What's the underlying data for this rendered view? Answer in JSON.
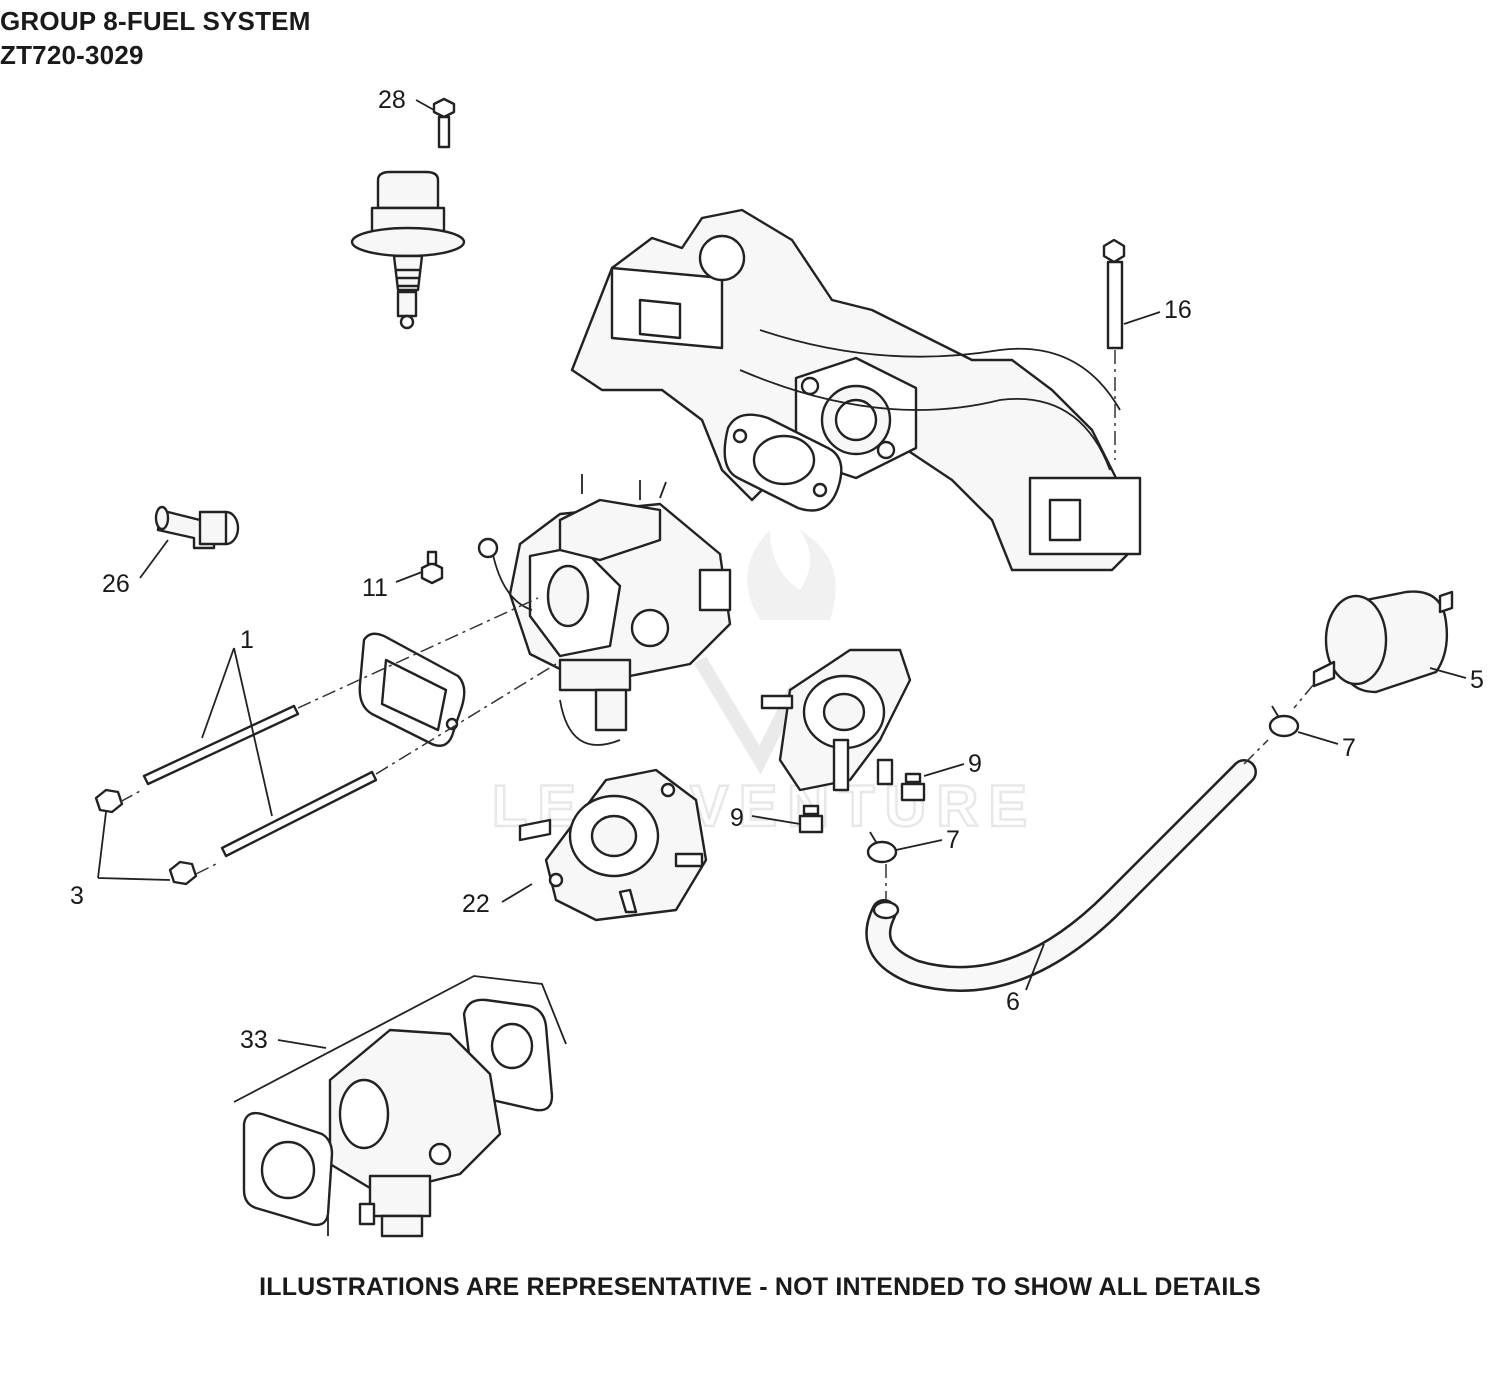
{
  "header": {
    "title_line1": "GROUP 8-FUEL SYSTEM",
    "title_line2": "ZT720-3029"
  },
  "footer": {
    "disclaimer": "ILLUSTRATIONS ARE REPRESENTATIVE - NOT INTENDED TO SHOW ALL DETAILS"
  },
  "watermark": {
    "text": "LEADVENTURE"
  },
  "callouts": {
    "c28": "28",
    "c16": "16",
    "c26": "26",
    "c11": "11",
    "c1": "1",
    "c5": "5",
    "c7a": "7",
    "c9a": "9",
    "c9b": "9",
    "c7b": "7",
    "c3": "3",
    "c22": "22",
    "c6": "6",
    "c33": "33"
  },
  "parts": {
    "1": "tube",
    "3": "nut",
    "5": "fuel-filter",
    "6": "fuel-hose",
    "7": "hose-clamp",
    "9": "bolt",
    "11": "screw",
    "16": "long-bolt",
    "22": "fuel-pump",
    "26": "elbow-fitting",
    "28": "bolt",
    "33": "carburetor-kit"
  }
}
